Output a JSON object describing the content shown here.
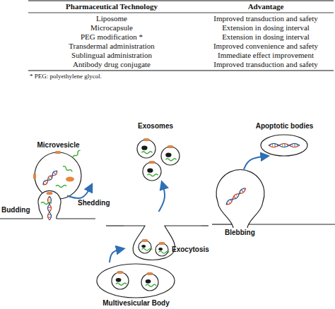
{
  "diagram": {
    "nodes": [
      {
        "text": [
          "Microvesicle"
        ]
      },
      {
        "text": [
          "Exosomes"
        ]
      },
      {
        "text": [
          "Apoptotic bodies"
        ]
      },
      {
        "text": [
          "Budding"
        ]
      },
      {
        "text": [
          "Blebbing"
        ]
      },
      {
        "text": [
          "Exocytosis"
        ]
      },
      {
        "text": [
          "Multivesicular Body"
        ]
      }
    ],
    "edges": [
      {
        "from": 3,
        "to": 0,
        "arrow": "to",
        "label": "Shedding"
      },
      {
        "from": 5,
        "to": 1,
        "arrow": "to"
      },
      {
        "from": 4,
        "to": 2,
        "arrow": "to"
      },
      {
        "from": 6,
        "to": 5,
        "arrow": "to"
      }
    ],
    "labels": [
      "Pharmaceutical Technology",
      "Advantage",
      "Liposome",
      "Improved transduction and safety",
      "Microcapsule",
      "Extension in dosing interval",
      "PEG modification *",
      "Extension in dosing interval",
      "Transdermal administration",
      "Improved convenience and safety",
      "Sublingual administration",
      "Immediate effect improvement",
      "Antibody drug conjugate",
      "Improved transduction and safety",
      "* PEG: polyethylene glycol."
    ]
  }
}
